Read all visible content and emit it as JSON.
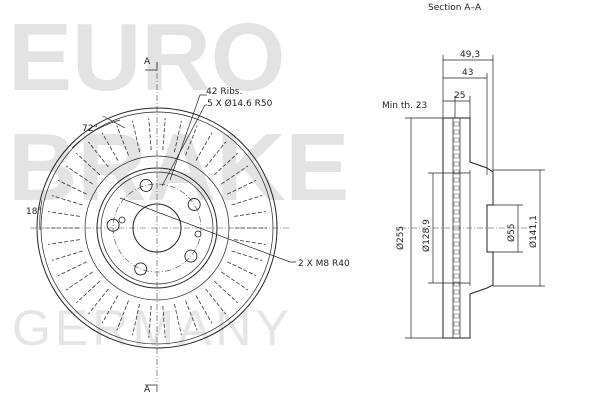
{
  "watermark": {
    "line1": "EURO",
    "line2": "BRAKE",
    "line3": "GERMANY"
  },
  "section_marks": {
    "top": "A",
    "bottom": "A"
  },
  "section_title": "Section A–A",
  "front_view": {
    "ribs_note": "42 Ribs.",
    "holes_note": "5 X Ø14.6 R50",
    "small_holes_note": "2 X M8 R40",
    "angle_large": "72°",
    "angle_small": "18°"
  },
  "section_view": {
    "min_thickness": "Min th. 23",
    "dim_overall_height": "49,3",
    "dim_height": "43",
    "dim_thickness": "25",
    "dia_outer": "Ø255",
    "dia_hat": "Ø128,9",
    "dia_bore": "Ø55",
    "dia_hat_outer": "Ø141,1"
  },
  "colors": {
    "line": "#222222",
    "watermark": "#e3e3e3"
  }
}
